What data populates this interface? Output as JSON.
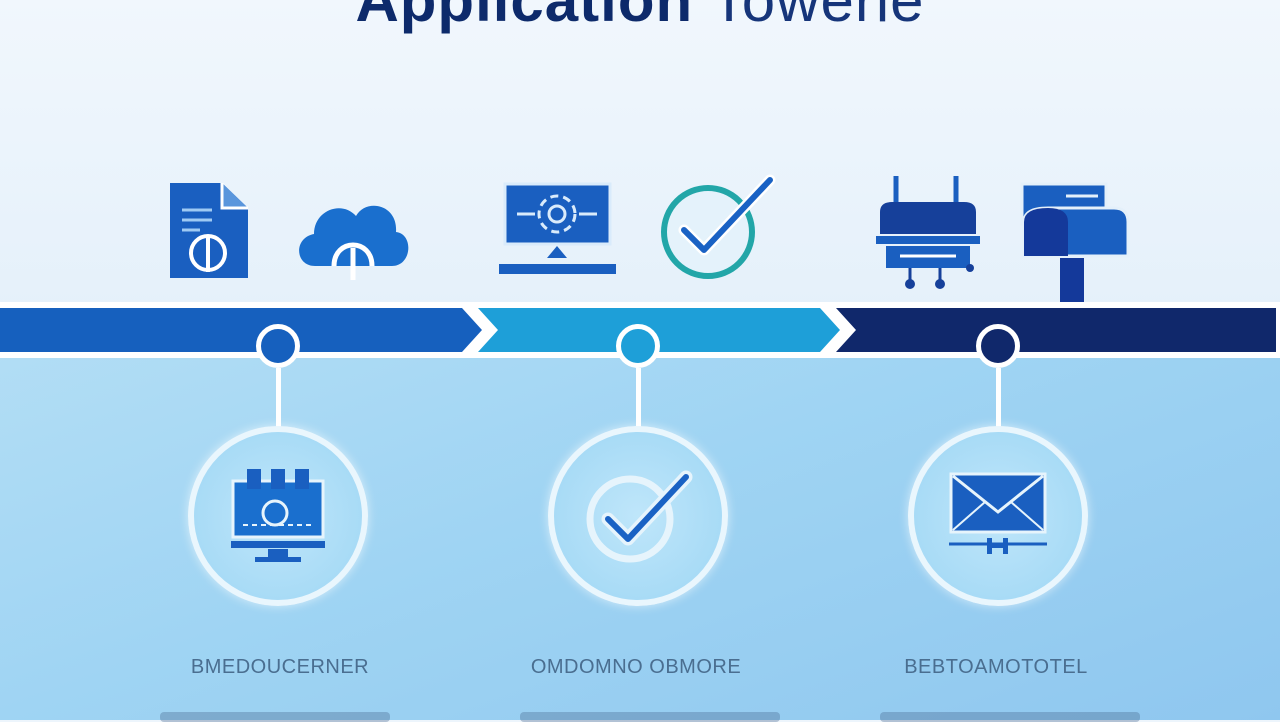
{
  "title": {
    "bold": "Application",
    "light": "Towerie"
  },
  "top_icons": [
    "document-icon",
    "cloud-icon",
    "monitor-icon",
    "checkmark-icon",
    "server-icon",
    "mailbox-icon"
  ],
  "steps": [
    {
      "label": "BMEDOUCERNER",
      "icon": "monitor-icon",
      "color": "#1660be"
    },
    {
      "label": "OMDOMNO OBMORE",
      "icon": "checkmark-icon",
      "color": "#1e9fd8"
    },
    {
      "label": "BEBTOAMOTOTEL",
      "icon": "envelope-icon",
      "color": "#10286b"
    }
  ],
  "colors": {
    "segment_1": "#1660be",
    "segment_2": "#1e9fd8",
    "segment_3": "#10286b",
    "dark_navy": "#0d2a6b"
  }
}
